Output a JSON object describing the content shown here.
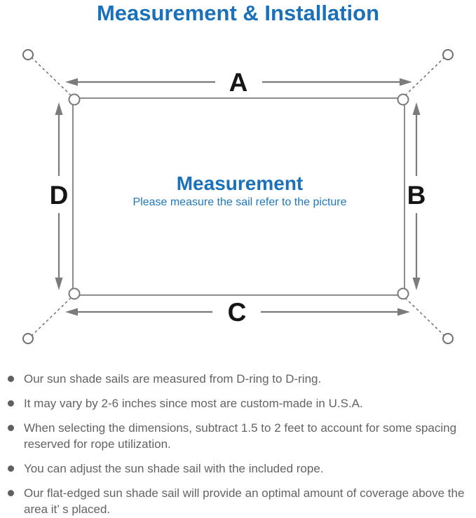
{
  "title": "Measurement & Installation",
  "colors": {
    "accent_blue": "#1a71ba",
    "subtitle_blue": "#1f78bd",
    "diagram_line_gray": "#7b7b7b",
    "sail_border_gray": "#8d8d8d",
    "dim_label_black": "#151515",
    "note_text_gray": "#636363"
  },
  "diagram": {
    "labels": {
      "top": "A",
      "right": "B",
      "bottom": "C",
      "left": "D"
    },
    "center_title": "Measurement",
    "center_subtitle": "Please measure the sail refer to the picture"
  },
  "notes": [
    "Our sun shade sails are measured from D-ring to D-ring.",
    "It may vary by 2-6 inches since most are custom-made in U.S.A.",
    "When selecting the dimensions, subtract 1.5 to 2 feet to account for some spacing reserved for rope utilization.",
    "You can adjust the sun shade sail with the included rope.",
    "Our flat-edged sun shade sail will provide an optimal amount of coverage above the area it’ s placed."
  ]
}
